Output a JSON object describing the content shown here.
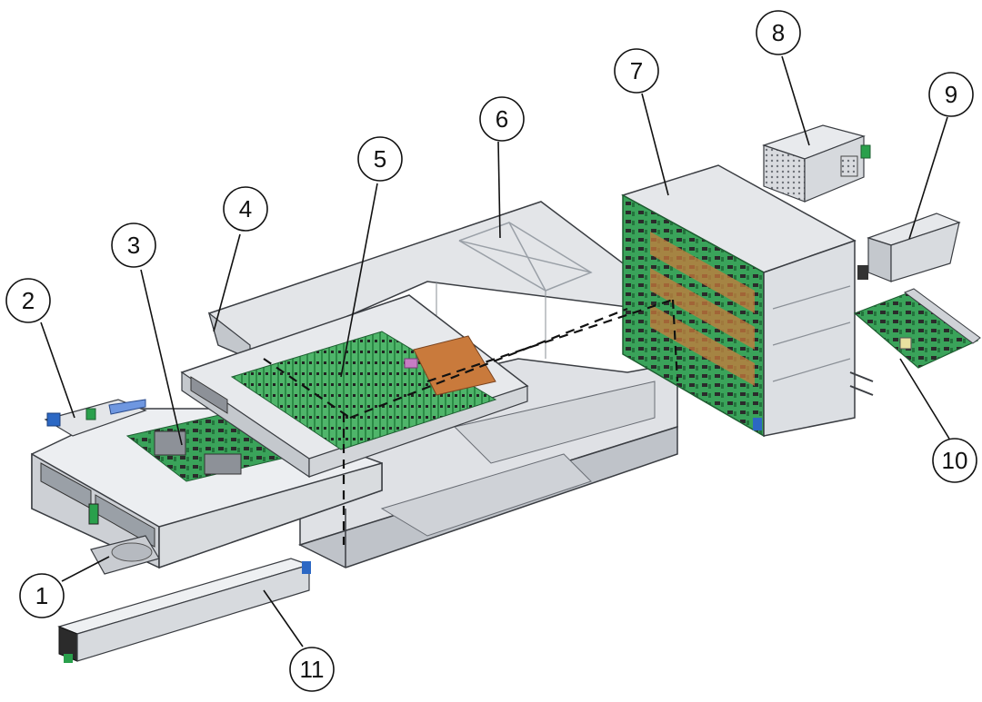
{
  "colors": {
    "metal_light": "#e9ebee",
    "metal_mid": "#c9ccd1",
    "metal_dark": "#8d9198",
    "outline": "#3a3d42",
    "pcb_green": "#3aa35a",
    "pcb_dark": "#23733c",
    "copper": "#c97a3c",
    "callout_stroke": "#111111"
  },
  "callouts": [
    {
      "id": "1",
      "label": "1"
    },
    {
      "id": "2",
      "label": "2"
    },
    {
      "id": "3",
      "label": "3"
    },
    {
      "id": "4",
      "label": "4"
    },
    {
      "id": "5",
      "label": "5"
    },
    {
      "id": "6",
      "label": "6"
    },
    {
      "id": "7",
      "label": "7"
    },
    {
      "id": "8",
      "label": "8"
    },
    {
      "id": "9",
      "label": "9"
    },
    {
      "id": "10",
      "label": "10"
    },
    {
      "id": "11",
      "label": "11"
    }
  ]
}
